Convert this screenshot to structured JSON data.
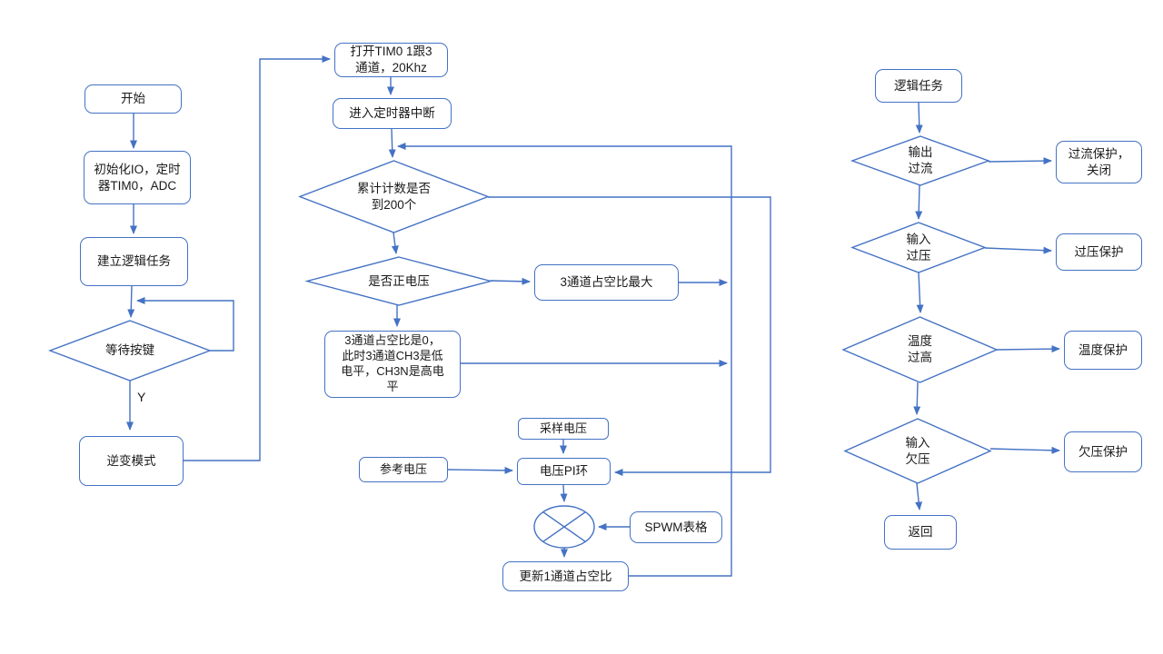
{
  "colors": {
    "line": "#4472C4",
    "text": "#1a1a1a",
    "background": "#ffffff"
  },
  "labels": {
    "branch_yes": "Y"
  },
  "nodes": {
    "start": {
      "shape": "rounded-rect",
      "label": "开始"
    },
    "init": {
      "shape": "rounded-rect",
      "label": "初始化IO，定时\n器TIM0，ADC"
    },
    "build_task": {
      "shape": "rounded-rect",
      "label": "建立逻辑任务"
    },
    "wait_key": {
      "shape": "diamond",
      "label": "等待按键"
    },
    "inverter_mode": {
      "shape": "rounded-rect",
      "label": "逆变模式"
    },
    "open_tim": {
      "shape": "rounded-rect",
      "label": "打开TIM0 1跟3\n通道，20Khz"
    },
    "timer_isr": {
      "shape": "rounded-rect",
      "label": "进入定时器中断"
    },
    "count_check": {
      "shape": "diamond",
      "label": "累计计数是否\n到200个"
    },
    "pos_voltage": {
      "shape": "diamond",
      "label": "是否正电压"
    },
    "ch3_max": {
      "shape": "rounded-rect",
      "label": "3通道占空比最大"
    },
    "ch3_zero": {
      "shape": "rounded-rect",
      "label": "3通道占空比是0，\n此时3通道CH3是低\n电平，CH3N是高电\n平"
    },
    "sample_v": {
      "shape": "rounded-rect",
      "label": "采样电压"
    },
    "ref_v": {
      "shape": "rounded-rect",
      "label": "参考电压"
    },
    "pi_loop": {
      "shape": "rounded-rect",
      "label": "电压PI环"
    },
    "multiplier": {
      "shape": "multiply-circle",
      "label": ""
    },
    "spwm": {
      "shape": "rounded-rect",
      "label": "SPWM表格"
    },
    "update_duty": {
      "shape": "rounded-rect",
      "label": "更新1通道占空比"
    },
    "logic_task": {
      "shape": "rounded-rect",
      "label": "逻辑任务"
    },
    "out_oc": {
      "shape": "diamond",
      "label": "输出\n过流"
    },
    "oc_protect": {
      "shape": "rounded-rect",
      "label": "过流保护，\n关闭"
    },
    "in_ov": {
      "shape": "diamond",
      "label": "输入\n过压"
    },
    "ov_protect": {
      "shape": "rounded-rect",
      "label": "过压保护"
    },
    "temp_high": {
      "shape": "diamond",
      "label": "温度\n过高"
    },
    "temp_protect": {
      "shape": "rounded-rect",
      "label": "温度保护"
    },
    "in_uv": {
      "shape": "diamond",
      "label": "输入\n欠压"
    },
    "uv_protect": {
      "shape": "rounded-rect",
      "label": "欠压保护"
    },
    "return": {
      "shape": "rounded-rect",
      "label": "返回"
    }
  },
  "edges": [
    {
      "from": "start",
      "to": "init"
    },
    {
      "from": "init",
      "to": "build_task"
    },
    {
      "from": "build_task",
      "to": "wait_key"
    },
    {
      "from": "wait_key",
      "to": "wait_key",
      "note": "loop while no key"
    },
    {
      "from": "wait_key",
      "to": "inverter_mode",
      "label": "Y"
    },
    {
      "from": "inverter_mode",
      "to": "open_tim"
    },
    {
      "from": "open_tim",
      "to": "timer_isr"
    },
    {
      "from": "timer_isr",
      "to": "count_check"
    },
    {
      "from": "count_check",
      "to": "pos_voltage"
    },
    {
      "from": "count_check",
      "to": "pi_loop",
      "note": "right branch"
    },
    {
      "from": "pos_voltage",
      "to": "ch3_max"
    },
    {
      "from": "pos_voltage",
      "to": "ch3_zero"
    },
    {
      "from": "ch3_max",
      "to": "count_check",
      "note": "feedback merge"
    },
    {
      "from": "ch3_zero",
      "to": "count_check",
      "note": "feedback merge"
    },
    {
      "from": "update_duty",
      "to": "count_check",
      "note": "feedback merge"
    },
    {
      "from": "sample_v",
      "to": "pi_loop"
    },
    {
      "from": "ref_v",
      "to": "pi_loop"
    },
    {
      "from": "pi_loop",
      "to": "multiplier"
    },
    {
      "from": "spwm",
      "to": "multiplier"
    },
    {
      "from": "multiplier",
      "to": "update_duty"
    },
    {
      "from": "logic_task",
      "to": "out_oc"
    },
    {
      "from": "out_oc",
      "to": "oc_protect"
    },
    {
      "from": "out_oc",
      "to": "in_ov"
    },
    {
      "from": "in_ov",
      "to": "ov_protect"
    },
    {
      "from": "in_ov",
      "to": "temp_high"
    },
    {
      "from": "temp_high",
      "to": "temp_protect"
    },
    {
      "from": "temp_high",
      "to": "in_uv"
    },
    {
      "from": "in_uv",
      "to": "uv_protect"
    },
    {
      "from": "in_uv",
      "to": "return"
    }
  ]
}
